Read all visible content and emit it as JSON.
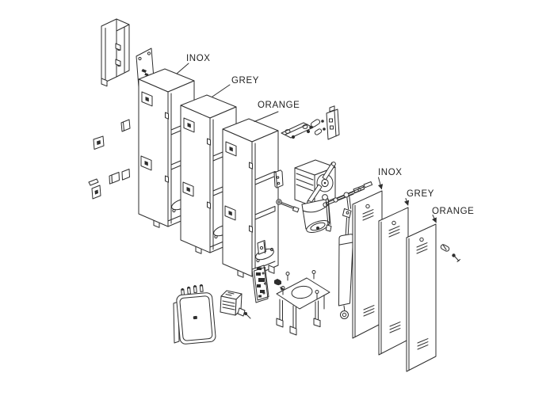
{
  "diagram": {
    "kind": "exploded-parts-diagram",
    "colors": {
      "background": "#ffffff",
      "line": "#2e2e2e",
      "text": "#1f1f1f"
    }
  },
  "labels": {
    "cabinet_inox": "INOX",
    "cabinet_grey": "GREY",
    "cabinet_orange": "ORANGE",
    "door_inox": "INOX",
    "door_grey": "GREY",
    "door_orange": "ORANGE"
  }
}
